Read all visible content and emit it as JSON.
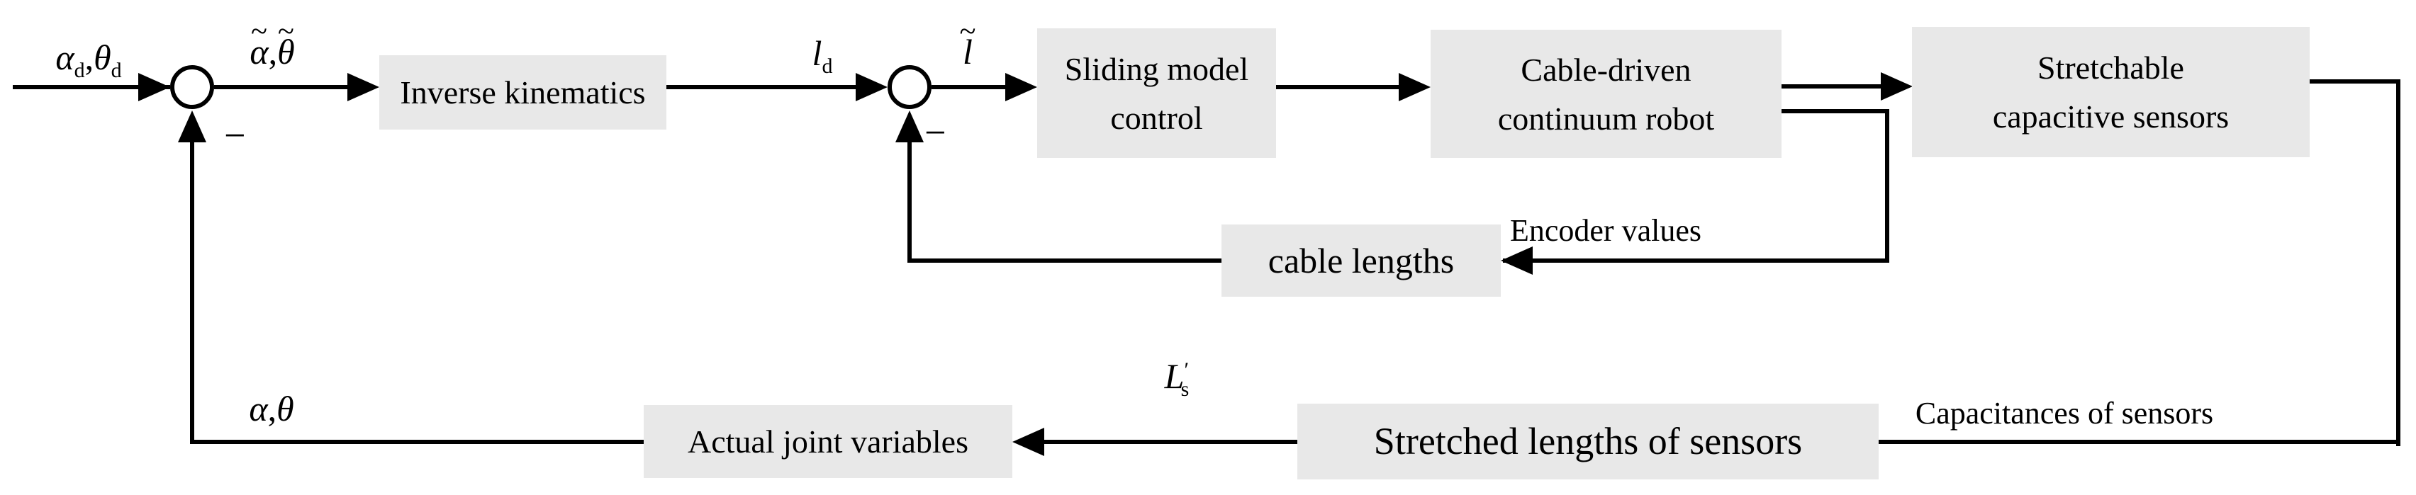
{
  "theme": {
    "bg": "#ffffff",
    "box_fill": "#e8e8e8",
    "line_color": "#000000"
  },
  "figure": {
    "type": "feedback-control-block-diagram",
    "blocks": {
      "inverse_kinematics": {
        "label": "Inverse kinematics"
      },
      "sliding_model_control": {
        "lines": [
          "Sliding model",
          "control"
        ]
      },
      "cable_driven_robot": {
        "lines": [
          "Cable-driven",
          "continuum robot"
        ]
      },
      "stretchable_sensors": {
        "lines": [
          "Stretchable",
          "capacitive sensors"
        ]
      },
      "cable_lengths": {
        "label": "cable lengths"
      },
      "actual_joint_variables": {
        "label": "Actual joint variables"
      },
      "stretched_lengths": {
        "label": "Stretched lengths of sensors"
      }
    },
    "summing_junctions": {
      "sum1": {
        "sign": "−"
      },
      "sum2": {
        "sign": "−"
      }
    },
    "signal_labels": {
      "desired_joint": {
        "plain": "αd, θd",
        "tokens": [
          {
            "t": "α",
            "style": "i"
          },
          {
            "t": "d",
            "style": "sub"
          },
          {
            "t": ", "
          },
          {
            "t": "θ",
            "style": "i"
          },
          {
            "t": "d",
            "style": "sub"
          }
        ]
      },
      "joint_error": {
        "plain": "α̃, θ̃",
        "tokens": [
          {
            "t": "α",
            "style": "i",
            "mark": "~"
          },
          {
            "t": ", "
          },
          {
            "t": "θ",
            "style": "i",
            "mark": "~"
          }
        ]
      },
      "desired_cable_lengths": {
        "plain": "ld",
        "tokens": [
          {
            "t": "l",
            "style": "i"
          },
          {
            "t": "d",
            "style": "sub"
          }
        ]
      },
      "cable_length_error": {
        "plain": "l̃",
        "tokens": [
          {
            "t": "l",
            "style": "i",
            "mark": "~"
          }
        ]
      },
      "encoder_values": {
        "text": "Encoder values"
      },
      "capacitances": {
        "text": "Capacitances of sensors"
      },
      "stretched_sensor_lengths": {
        "plain": "L′s",
        "tokens": [
          {
            "t": "L",
            "style": "i"
          },
          {
            "t": "′",
            "style": "sup"
          },
          {
            "t": "s",
            "style": "subl"
          }
        ]
      },
      "actual_joint": {
        "plain": "α, θ",
        "tokens": [
          {
            "t": "α",
            "style": "i"
          },
          {
            "t": ", "
          },
          {
            "t": "θ",
            "style": "i"
          }
        ]
      }
    }
  }
}
